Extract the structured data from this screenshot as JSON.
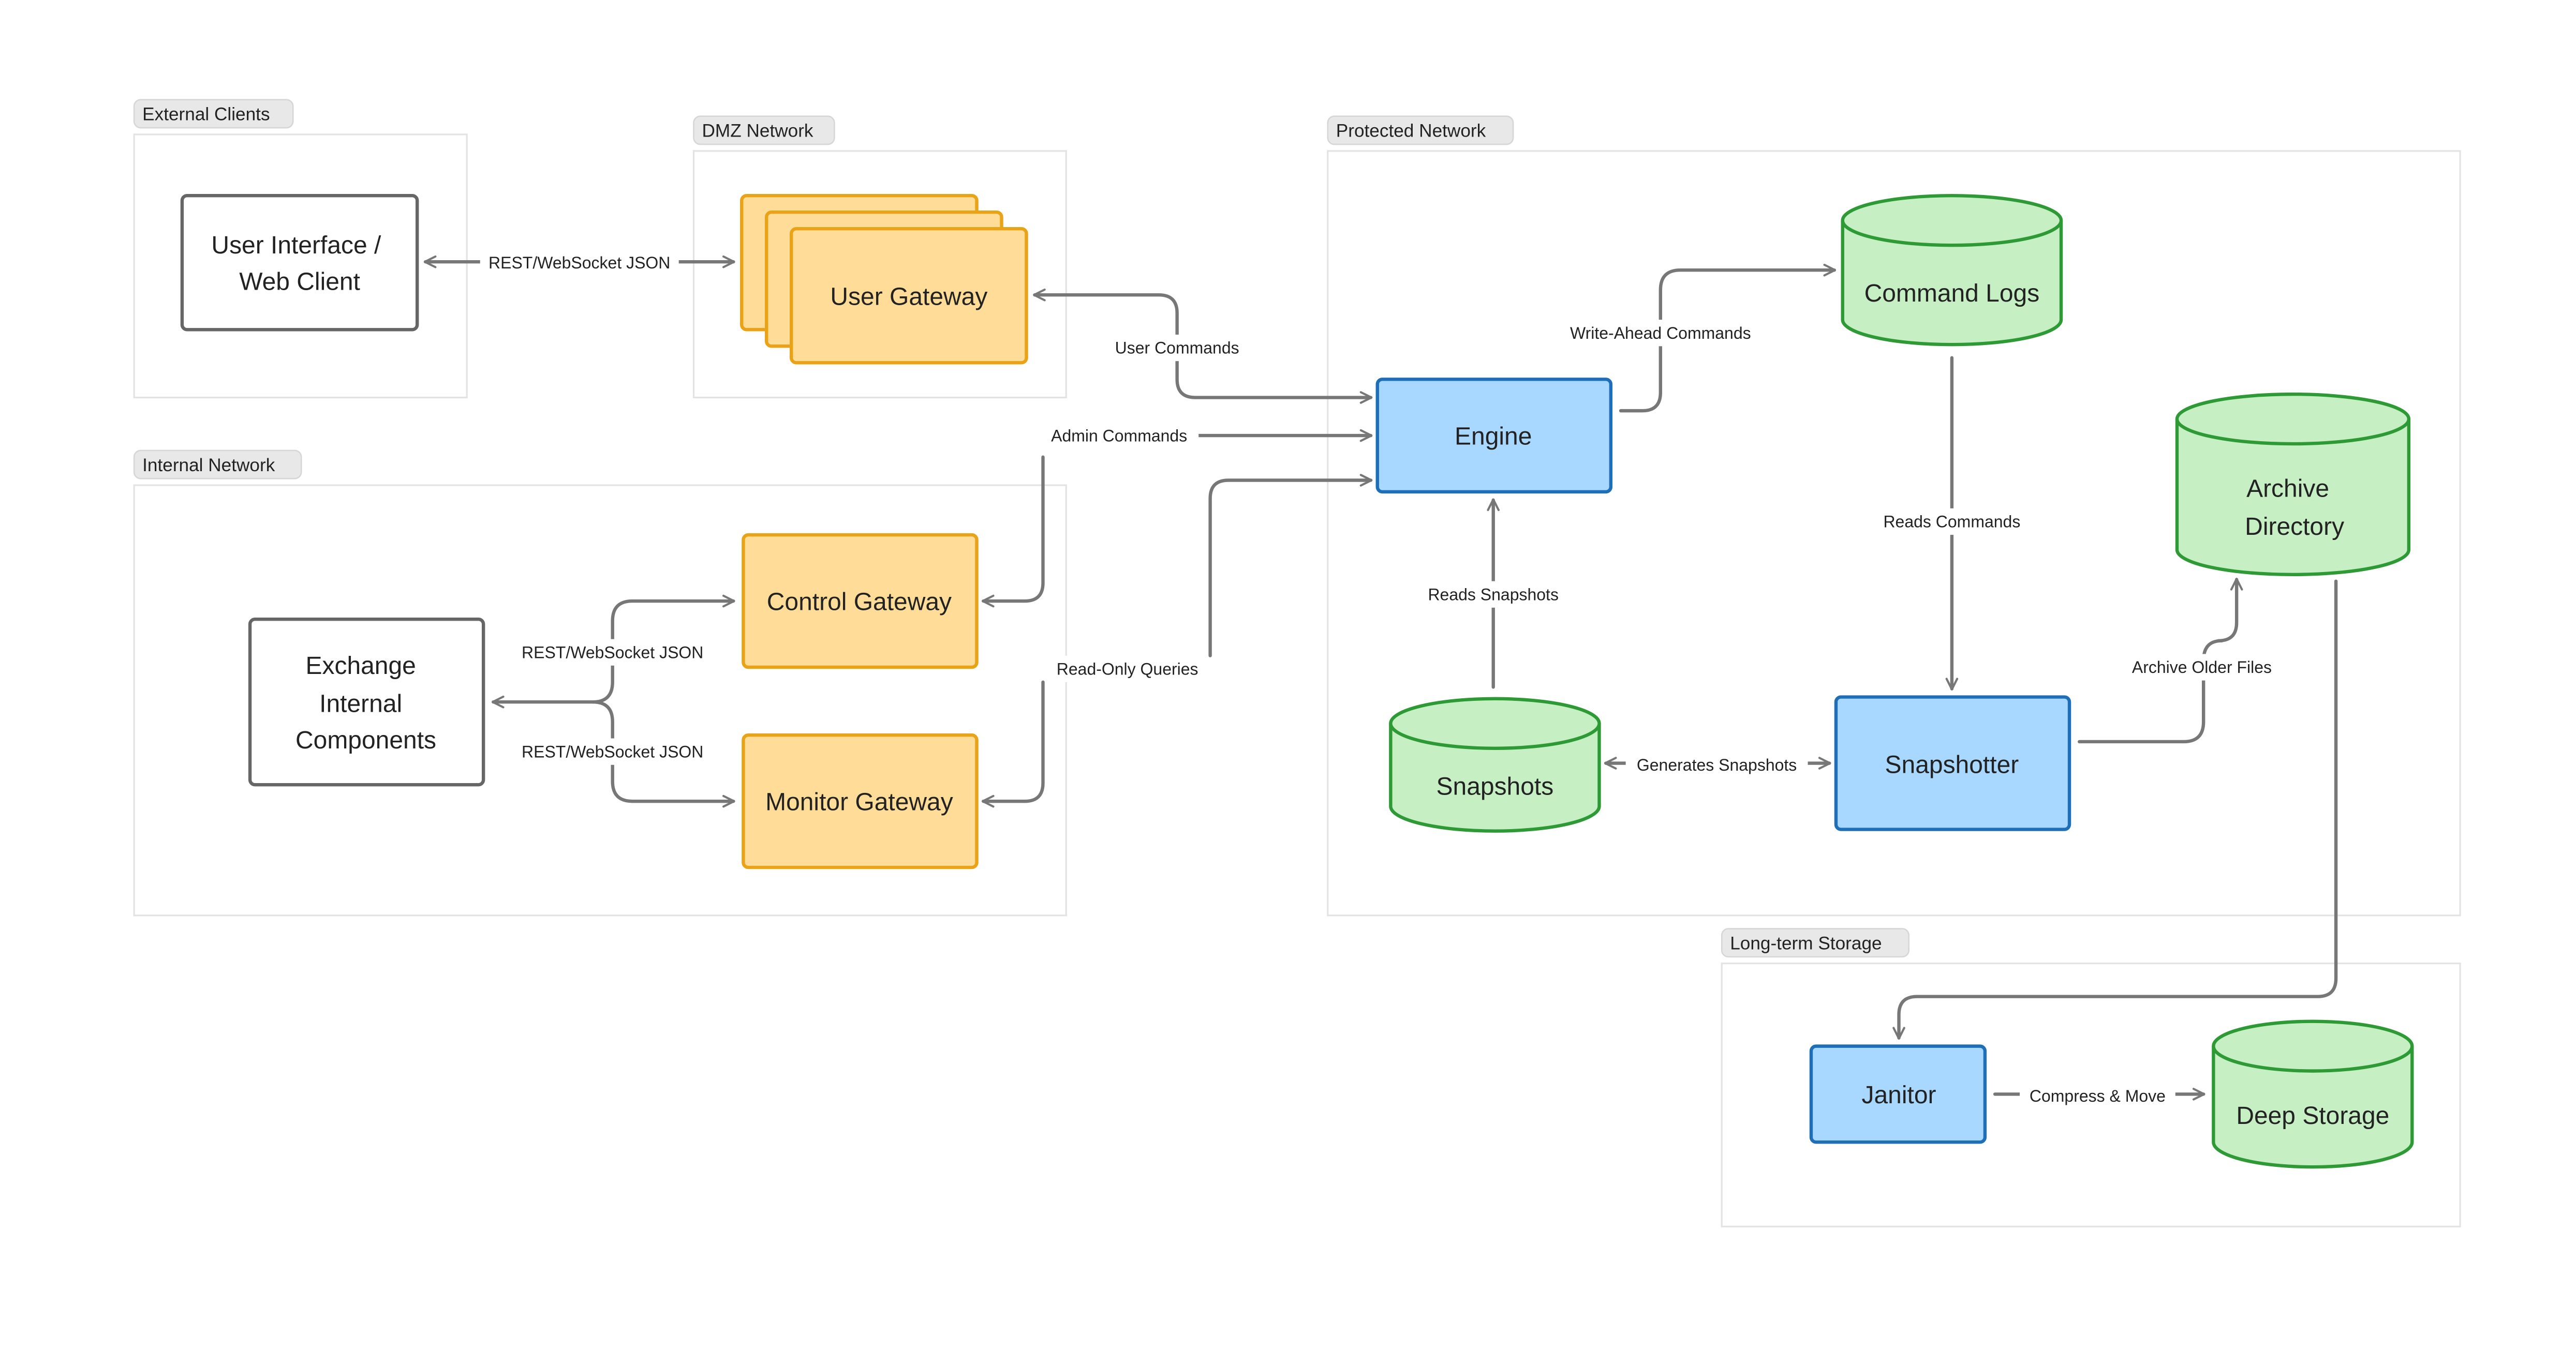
{
  "zones": {
    "external": "External Clients",
    "dmz": "DMZ Network",
    "protected": "Protected Network",
    "internal": "Internal Network",
    "longterm": "Long-term Storage"
  },
  "nodes": {
    "ui_client": [
      "User Interface /",
      "Web Client"
    ],
    "user_gateway": "User Gateway",
    "engine": "Engine",
    "command_logs": "Command Logs",
    "archive_directory": [
      "Archive",
      "Directory"
    ],
    "exchange_internal": [
      "Exchange",
      "Internal",
      "Components"
    ],
    "control_gateway": "Control Gateway",
    "monitor_gateway": "Monitor Gateway",
    "snapshots": "Snapshots",
    "snapshotter": "Snapshotter",
    "janitor": "Janitor",
    "deep_storage": "Deep Storage"
  },
  "edges": {
    "ui_gateway": "REST/WebSocket JSON",
    "user_commands": "User Commands",
    "admin_commands": "Admin Commands",
    "readonly_queries": "Read-Only Queries",
    "write_ahead": "Write-Ahead Commands",
    "reads_commands": "Reads Commands",
    "reads_snapshots": "Reads Snapshots",
    "generates_snapshots": "Generates Snapshots",
    "archive_older": "Archive Older Files",
    "control_json": "REST/WebSocket JSON",
    "monitor_json": "REST/WebSocket JSON",
    "compress_move": "Compress & Move"
  },
  "colors": {
    "gateway_fill": "#FFDD99",
    "gateway_stroke": "#E8A317",
    "service_fill": "#A8D8FF",
    "service_stroke": "#1E6FB8",
    "storage_fill": "#C6F0C4",
    "storage_stroke": "#2E9A35",
    "neutral_stroke": "#666666",
    "edge": "#777777",
    "zone_stroke": "#E3E3E3",
    "tag_fill": "#E8E8E8"
  }
}
